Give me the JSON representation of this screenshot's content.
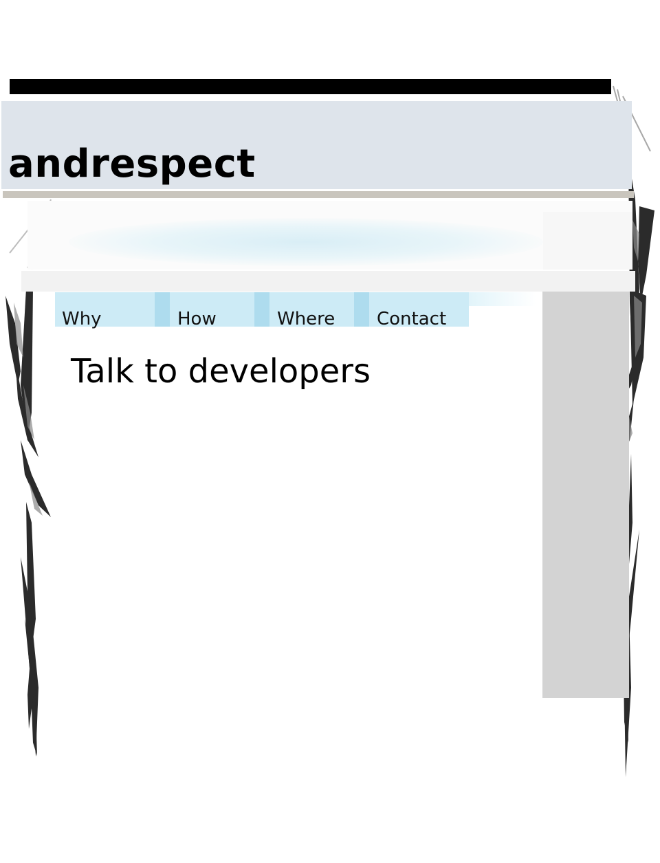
{
  "site": {
    "title": "andrespect"
  },
  "nav": {
    "items": [
      {
        "label": "Why"
      },
      {
        "label": "How"
      },
      {
        "label": "Where"
      },
      {
        "label": "Contact"
      }
    ]
  },
  "main": {
    "heading": "Talk to developers"
  },
  "colors": {
    "header_band": "#dee4eb",
    "nav_tab": "#cdebf6",
    "nav_separator": "#aedcee",
    "sidebar": "#d3d3d3",
    "top_bar": "#000000"
  },
  "icons": {
    "decoration": "grass-stalks-graphic"
  }
}
